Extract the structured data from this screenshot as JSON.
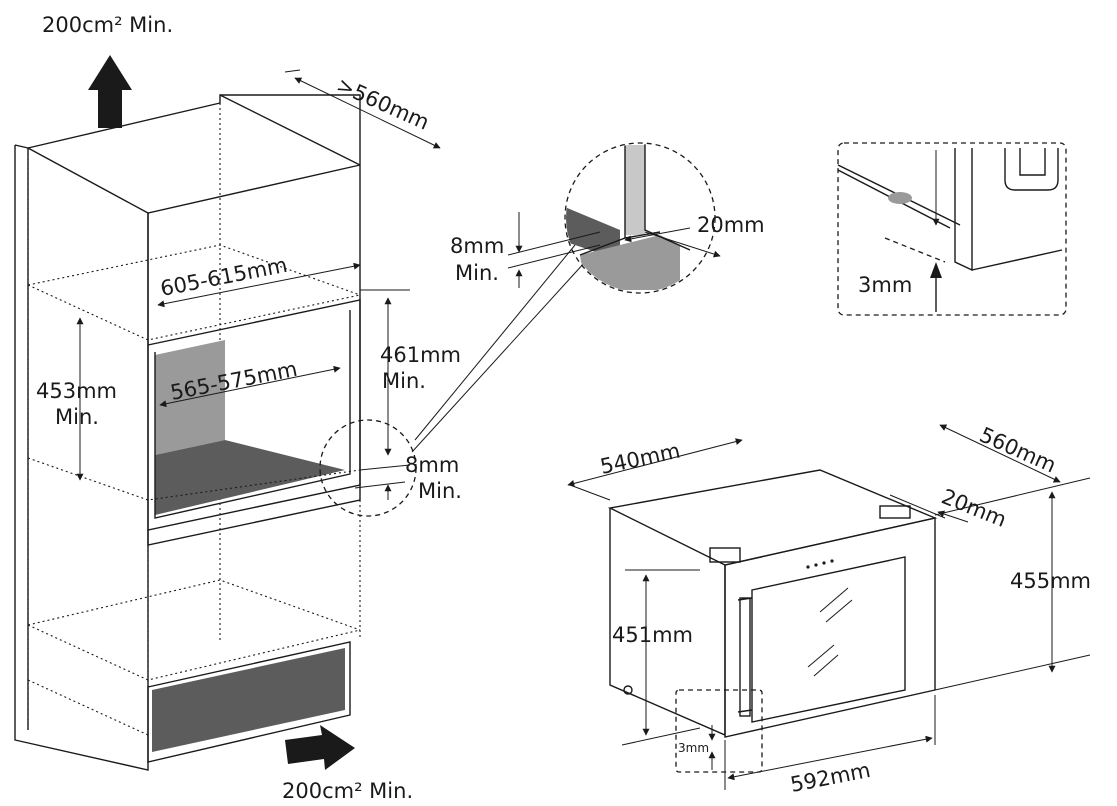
{
  "labels": {
    "vent_top": "200cm² Min.",
    "vent_bottom": "200cm² Min.",
    "cabinet_depth": ">560mm",
    "cabinet_width": "605-615mm",
    "opening_width": "565-575mm",
    "opening_height": "461mm",
    "opening_height_min": "Min.",
    "cabinet_height": "453mm",
    "cabinet_height_min": "Min.",
    "gap_side": "8mm",
    "gap_side_min": "Min.",
    "detail_gap": "8mm",
    "detail_gap_min": "Min.",
    "detail_depth": "20mm",
    "detail_clearance": "3mm",
    "unit_width": "540mm",
    "unit_depth": "560mm",
    "door_depth": "20mm",
    "unit_height": "455mm",
    "body_height": "451mm",
    "front_width": "592mm",
    "foot_clearance": "3mm"
  },
  "colors": {
    "line": "#1a1a1a",
    "shade_dark": "#5c5c5c",
    "shade_mid": "#9a9a9a",
    "shade_light": "#c8c8c8"
  }
}
